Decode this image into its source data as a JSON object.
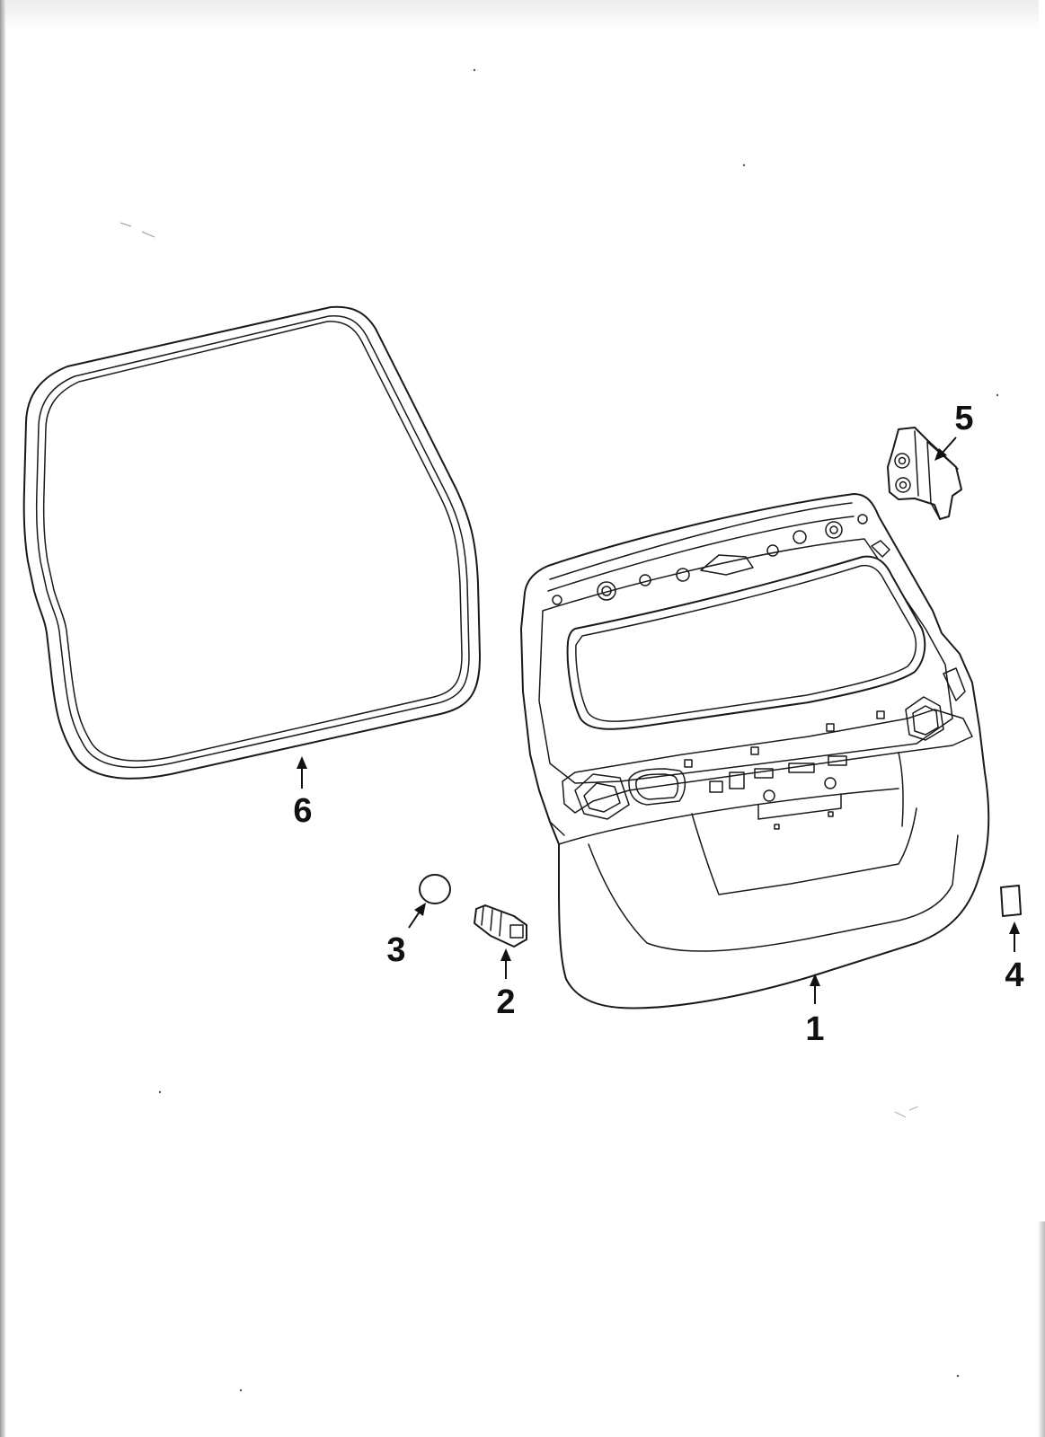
{
  "diagram": {
    "callouts": [
      {
        "id": "1",
        "label": "1",
        "part": "back-door-panel"
      },
      {
        "id": "2",
        "label": "2",
        "part": "bumper-cushion"
      },
      {
        "id": "3",
        "label": "3",
        "part": "hole-plug"
      },
      {
        "id": "4",
        "label": "4",
        "part": "cushion-pad"
      },
      {
        "id": "5",
        "label": "5",
        "part": "hinge"
      },
      {
        "id": "6",
        "label": "6",
        "part": "weatherstrip"
      }
    ],
    "colors": {
      "line": "#1a1a1a",
      "paper": "#ffffff",
      "label": "#111111"
    }
  }
}
